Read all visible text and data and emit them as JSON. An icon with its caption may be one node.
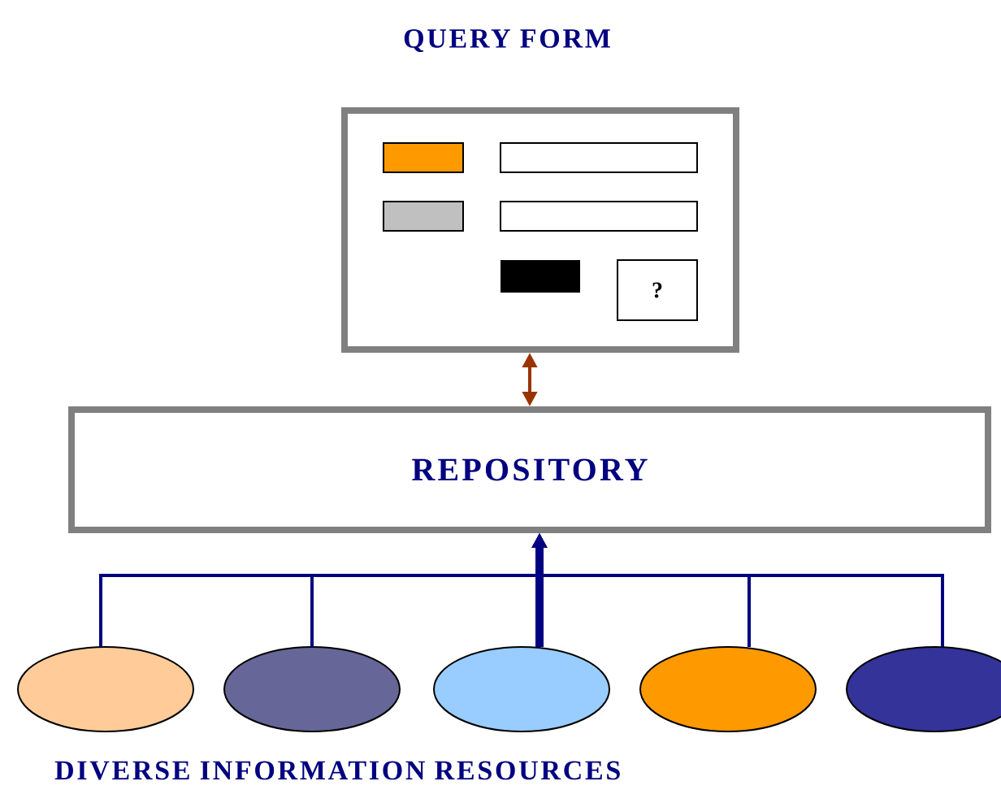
{
  "diagram": {
    "nodes": [
      {
        "text": [
          "QUERY FORM"
        ]
      },
      {
        "text": [
          "?"
        ],
        "in": 0
      },
      {
        "text": [
          "REPOSITORY"
        ]
      },
      {
        "text": [],
        "shape": "ellipse"
      },
      {
        "text": [],
        "shape": "ellipse"
      },
      {
        "text": [],
        "shape": "ellipse"
      },
      {
        "text": [],
        "shape": "ellipse"
      },
      {
        "text": [],
        "shape": "ellipse"
      }
    ],
    "edges": [
      {
        "from": 0,
        "to": 2,
        "arrow": "both",
        "color": "#993300"
      },
      {
        "from": 3,
        "to": 2,
        "arrow": "to"
      },
      {
        "from": 4,
        "to": 2,
        "arrow": "to"
      },
      {
        "from": 5,
        "to": 2,
        "arrow": "to",
        "style": "thick"
      },
      {
        "from": 6,
        "to": 2,
        "arrow": "to"
      },
      {
        "from": 7,
        "to": 2,
        "arrow": "to"
      }
    ],
    "labels": [
      "DIVERSE INFORMATION RESOURCES"
    ]
  }
}
